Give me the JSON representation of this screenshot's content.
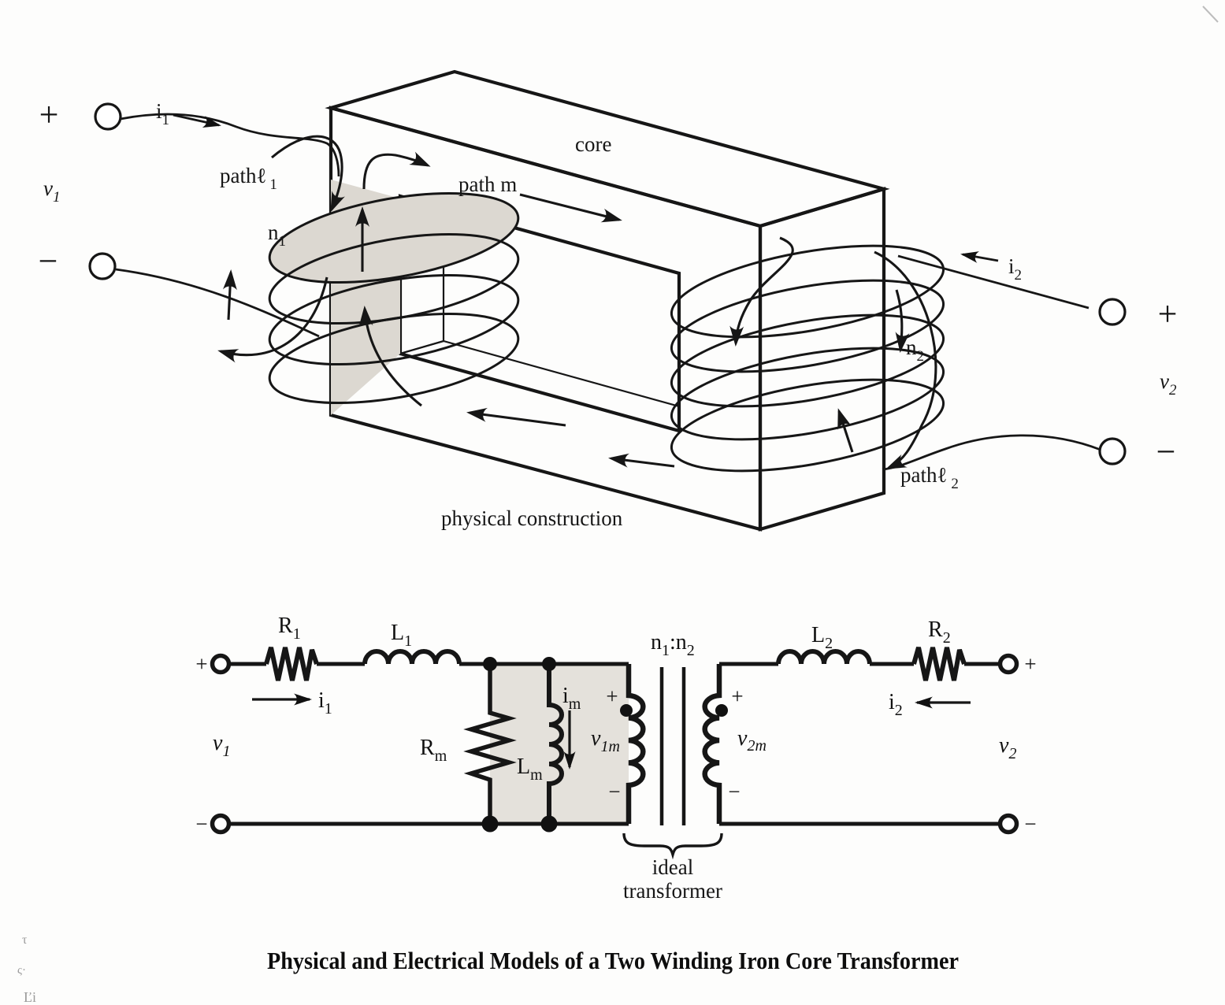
{
  "physical": {
    "terminal_plus_left": "+",
    "terminal_minus_left": "−",
    "terminal_plus_right": "+",
    "terminal_minus_right": "−",
    "v1": {
      "main": "v",
      "sub": "1"
    },
    "i1": {
      "main": "i",
      "sub": "1"
    },
    "i2": {
      "main": "i",
      "sub": "2"
    },
    "v2": {
      "main": "v",
      "sub": "2"
    },
    "path_l1": {
      "main": "pathℓ",
      "sub": "1"
    },
    "path_l2": {
      "main": "pathℓ",
      "sub": "2"
    },
    "path_m_label": "path m",
    "core_label": "core",
    "n1": {
      "main": "n",
      "sub": "1"
    },
    "n2": {
      "main": "n",
      "sub": "2"
    },
    "caption": "physical construction"
  },
  "circuit": {
    "plus_left": "+",
    "minus_left": "−",
    "plus_right": "+",
    "minus_right": "−",
    "r1": {
      "main": "R",
      "sub": "1"
    },
    "l1": {
      "main": "L",
      "sub": "1"
    },
    "i1": {
      "main": "i",
      "sub": "1"
    },
    "v1": {
      "main": "v",
      "sub": "1"
    },
    "rm": {
      "main": "R",
      "sub": "m"
    },
    "lm": {
      "main": "L",
      "sub": "m"
    },
    "im": {
      "main": "i",
      "sub": "m"
    },
    "v1m": {
      "main": "v",
      "sub": "1m"
    },
    "plus_v1m": "+",
    "minus_v1m": "−",
    "ratio": {
      "n1": "n",
      "s1": "1",
      "colon": ":",
      "n2": "n",
      "s2": "2"
    },
    "v2m": {
      "main": "v",
      "sub": "2m"
    },
    "plus_v2m": "+",
    "minus_v2m": "−",
    "l2": {
      "main": "L",
      "sub": "2"
    },
    "r2": {
      "main": "R",
      "sub": "2"
    },
    "i2": {
      "main": "i",
      "sub": "2"
    },
    "v2": {
      "main": "v",
      "sub": "2"
    },
    "ideal_line1": "ideal",
    "ideal_line2": "transformer"
  },
  "caption": "Physical and Electrical Models of a Two Winding Iron Core Transformer",
  "artifacts": {
    "m1": "τ",
    "m2": "ς·",
    "m3": "Ľi"
  },
  "colors": {
    "ink": "#161616",
    "shade": "#dcd8d1",
    "paper": "#fdfdfc"
  }
}
